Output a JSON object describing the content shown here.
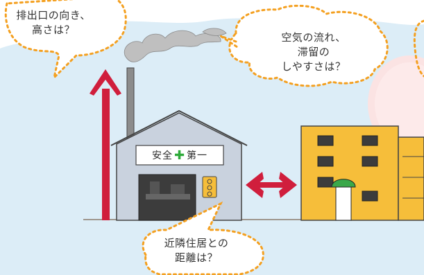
{
  "bubbles": {
    "exhaust": {
      "line1": "排出口の向き、",
      "line2": "高さは？"
    },
    "air": {
      "line1": "空気の流れ、",
      "line2": "滞留の",
      "line3": "しやすさは？"
    },
    "distance": {
      "line1": "近隣住居との",
      "line2": "距離は？"
    }
  },
  "factory_sign": {
    "left": "安全",
    "plus": "✚",
    "right": "第一"
  },
  "colors": {
    "sky": "#dcedf7",
    "arrow": "#d01e3c",
    "bubble_border": "#f4a020",
    "building": "#f6be3a",
    "factory_wall": "#c9d2de"
  }
}
